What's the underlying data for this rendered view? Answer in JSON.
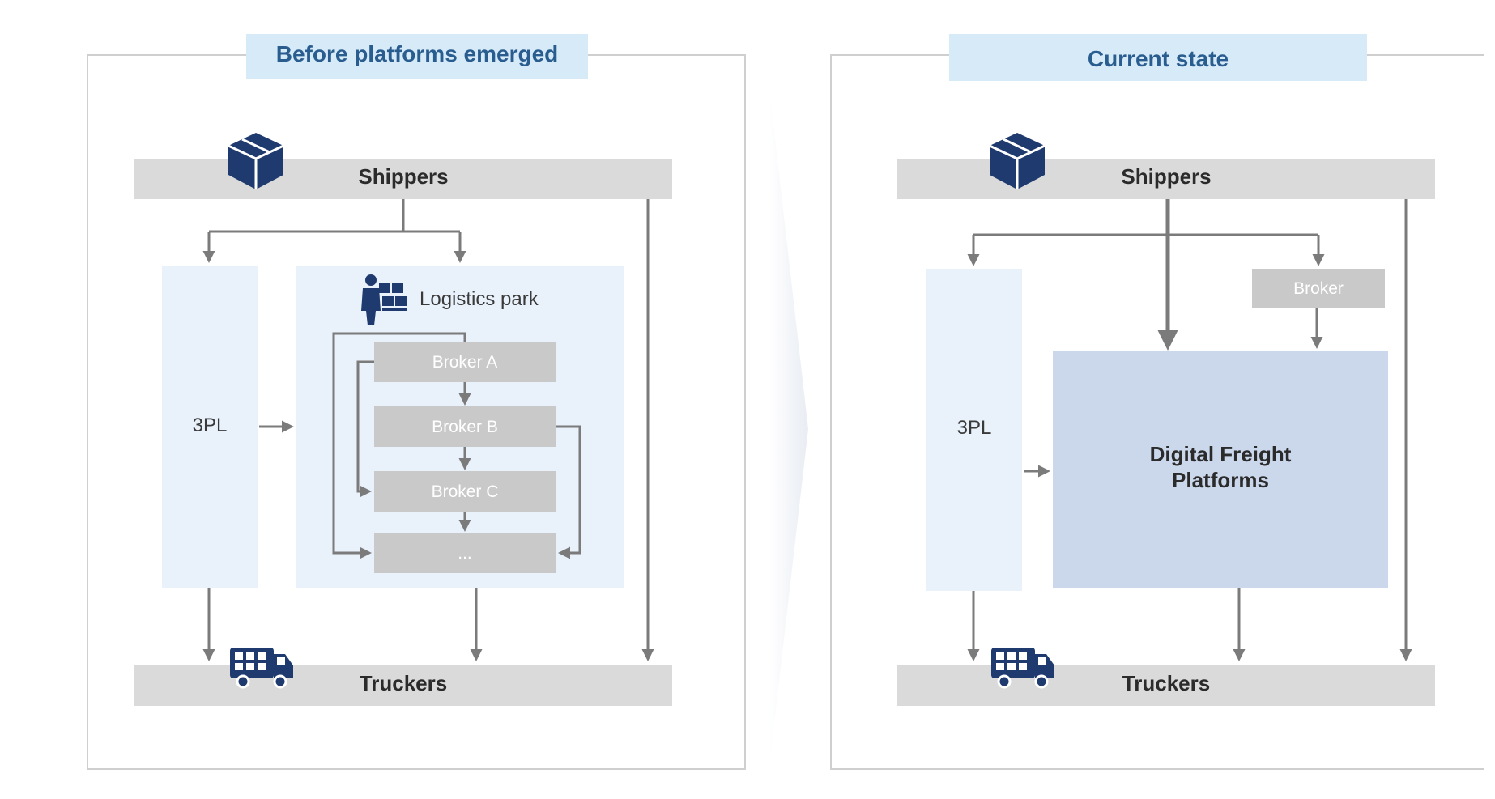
{
  "colors": {
    "panel_title_bg": "#d6eaf8",
    "panel_title_text": "#2a5d8f",
    "bar_fill": "#dadada",
    "column_fill": "#e9f1fb",
    "park_fill": "#e9f1fb",
    "broker_fill": "#c9c9c9",
    "dfp_fill": "#cbd8ec",
    "arrow": "#7b7b7b",
    "icon": "#1f3a6e"
  },
  "before": {
    "title": "Before platforms emerged",
    "shippers": "Shippers",
    "truckers": "Truckers",
    "three_pl": "3PL",
    "logistics_park": "Logistics park",
    "brokers": [
      "Broker A",
      "Broker B",
      "Broker C",
      "..."
    ],
    "icons": {
      "shippers": "package-icon",
      "truckers": "truck-icon",
      "park": "worker-boxes-icon"
    }
  },
  "current": {
    "title": "Current state",
    "shippers": "Shippers",
    "truckers": "Truckers",
    "three_pl": "3PL",
    "broker": "Broker",
    "dfp_line1": "Digital Freight",
    "dfp_line2": "Platforms",
    "icons": {
      "shippers": "package-icon",
      "truckers": "truck-icon"
    }
  },
  "transition": "chevron-arrow-icon"
}
